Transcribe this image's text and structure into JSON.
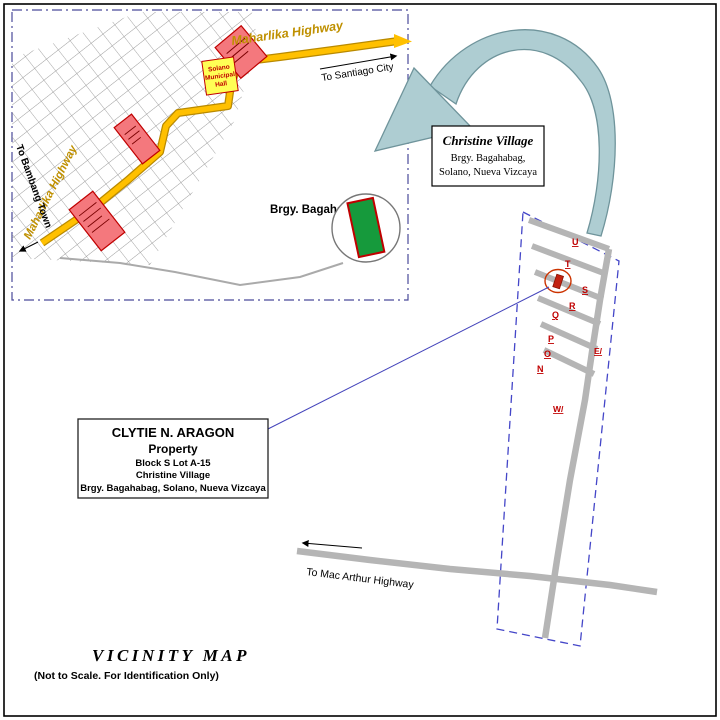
{
  "map": {
    "inset": {
      "highway_label_top": "Maharlika Highway",
      "highway_label_left": "Maharlika Highway",
      "to_santiago": "To Santiago City",
      "to_bambang": "To Bambang Town",
      "municipal_hall": [
        "Solano",
        "Municipal",
        "Hall"
      ],
      "brgy_label": "Brgy. Bagahabag"
    },
    "village_box": {
      "title": "Christine Village",
      "line1": "Brgy. Bagahabag,",
      "line2": "Solano, Nueva Vizcaya"
    },
    "subdivision": {
      "blocks": [
        "U",
        "T",
        "S",
        "R",
        "Q",
        "P",
        "O",
        "N"
      ],
      "street_label_e": "E/",
      "street_label_w": "W/"
    },
    "property_box": {
      "owner": "CLYTIE N. ARAGON",
      "type": "Property",
      "block_lot": "Block S  Lot  A-15",
      "village": "Christine Village",
      "address": "Brgy. Bagahabag, Solano, Nueva Vizcaya"
    },
    "macarthur_label": "To Mac Arthur Highway",
    "footer": {
      "title": "VICINITY MAP",
      "subtitle": "(Not to Scale.  For Identification Only)"
    },
    "colors": {
      "highway_yellow": "#ffc000",
      "road_gray": "#b5b5b5",
      "building_red": "#f4787d",
      "hall_yellow": "#ffff55",
      "lot_green": "#169a3c",
      "lot_border_red": "#c00000",
      "swoosh_teal": "#aecdd2",
      "boundary_blue": "#4446c8",
      "letter_red": "#c00000"
    }
  }
}
